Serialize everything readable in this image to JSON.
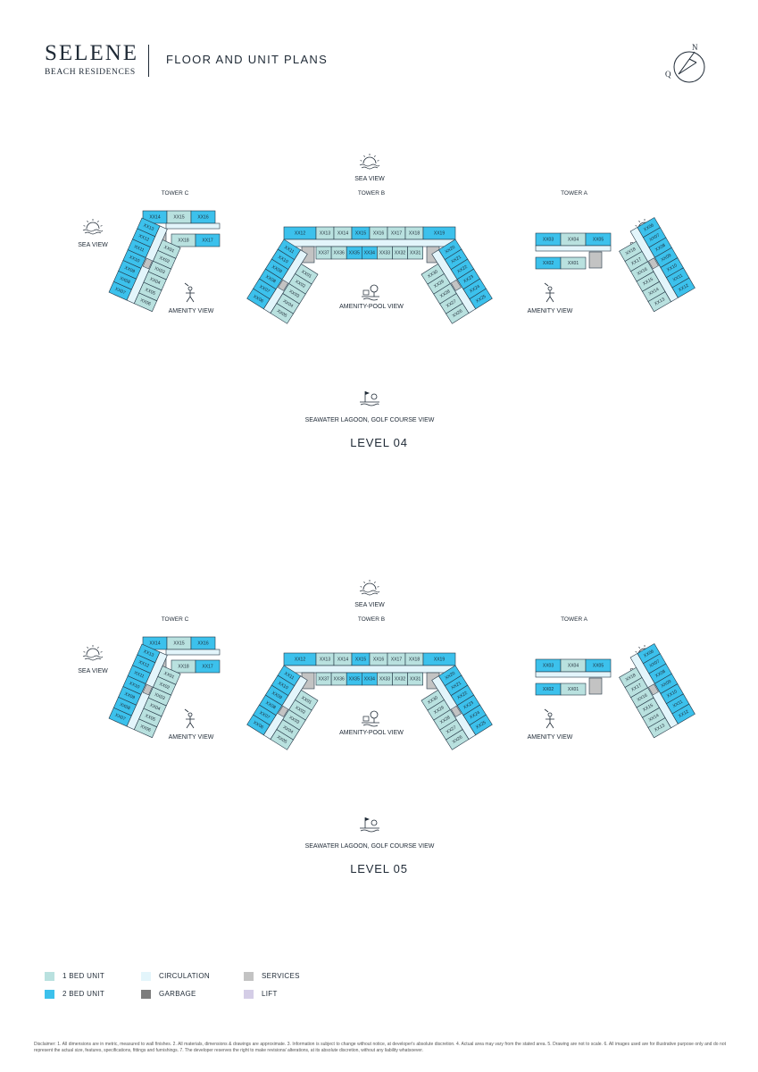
{
  "header": {
    "brand_name": "SELENE",
    "brand_subtitle": "BEACH RESIDENCES",
    "page_title": "FLOOR AND UNIT PLANS",
    "compass": {
      "north_label": "N",
      "q_label": "Q"
    }
  },
  "colors": {
    "one_bed": "#b9e1df",
    "two_bed": "#3cc1ec",
    "circulation": "#e3f5fb",
    "garbage": "#7d7d7d",
    "services": "#c3c3c3",
    "lift": "#d4cde6",
    "outline": "#243746"
  },
  "views": {
    "sea_view": "SEA VIEW",
    "amenity_view": "AMENITY VIEW",
    "amenity_pool_view": "AMENITY-POOL VIEW",
    "lagoon_view": "SEAWATER LAGOON, GOLF COURSE VIEW"
  },
  "towers": {
    "c": "TOWER C",
    "b": "TOWER B",
    "a": "TOWER A"
  },
  "levels": [
    {
      "label": "LEVEL 04",
      "tower_c": {
        "top": [
          "XX14",
          "XX15",
          "XX16"
        ],
        "top_inner": [
          "XX18",
          "XX17"
        ],
        "outer": [
          "XX13",
          "XX12",
          "XX11",
          "XX10",
          "XX09",
          "XX08",
          "XX07"
        ],
        "inner": [
          "XX01",
          "XX02",
          "XX03",
          "XX04",
          "XX05",
          "XX06"
        ]
      },
      "tower_b": {
        "top": [
          "XX12",
          "XX13",
          "XX14",
          "XX15",
          "XX16",
          "XX17",
          "XX18",
          "XX19"
        ],
        "inner_top": [
          "XX37",
          "XX36",
          "XX35",
          "XX34",
          "XX33",
          "XX32",
          "XX31"
        ],
        "left_outer": [
          "XX11",
          "XX10",
          "XX09",
          "XX08",
          "XX07",
          "XX06"
        ],
        "left_inner": [
          "XX01",
          "XX02",
          "XX03",
          "XX04",
          "XX05"
        ],
        "right_outer": [
          "XX20",
          "XX21",
          "XX22",
          "XX23",
          "XX24",
          "XX25"
        ],
        "right_inner": [
          "XX30",
          "XX29",
          "XX28",
          "XX27",
          "XX26"
        ]
      },
      "tower_a": {
        "top": [
          "XX03",
          "XX04",
          "XX05"
        ],
        "top_inner": [
          "XX02",
          "XX01"
        ],
        "outer": [
          "XX06",
          "XX07",
          "XX08",
          "XX09",
          "XX10",
          "XX11",
          "XX12"
        ],
        "inner": [
          "XX18",
          "XX17",
          "XX16",
          "XX15",
          "XX14",
          "XX13"
        ]
      }
    },
    {
      "label": "LEVEL 05",
      "tower_c": {
        "top": [
          "XX14",
          "XX15",
          "XX16"
        ],
        "top_inner": [
          "XX18",
          "XX17"
        ],
        "outer": [
          "XX13",
          "XX12",
          "XX11",
          "XX10",
          "XX09",
          "XX08",
          "XX07"
        ],
        "inner": [
          "XX01",
          "XX02",
          "XX03",
          "XX04",
          "XX05",
          "XX06"
        ]
      },
      "tower_b": {
        "top": [
          "XX12",
          "XX13",
          "XX14",
          "XX15",
          "XX16",
          "XX17",
          "XX18",
          "XX19"
        ],
        "inner_top": [
          "XX37",
          "XX36",
          "XX35",
          "XX34",
          "XX33",
          "XX32",
          "XX31"
        ],
        "left_outer": [
          "XX11",
          "XX10",
          "XX09",
          "XX08",
          "XX07",
          "XX06"
        ],
        "left_inner": [
          "XX01",
          "XX02",
          "XX03",
          "XX04",
          "XX05"
        ],
        "right_outer": [
          "XX20",
          "XX21",
          "XX22",
          "XX23",
          "XX24",
          "XX25"
        ],
        "right_inner": [
          "XX30",
          "XX29",
          "XX28",
          "XX27",
          "XX26"
        ]
      },
      "tower_a": {
        "top": [
          "XX03",
          "XX04",
          "XX05"
        ],
        "top_inner": [
          "XX02",
          "XX01"
        ],
        "outer": [
          "XX06",
          "XX07",
          "XX08",
          "XX09",
          "XX10",
          "XX11",
          "XX12"
        ],
        "inner": [
          "XX18",
          "XX17",
          "XX16",
          "XX15",
          "XX14",
          "XX13"
        ]
      }
    }
  ],
  "legend": [
    {
      "label": "1 BED UNIT",
      "color": "#b9e1df"
    },
    {
      "label": "2 BED UNIT",
      "color": "#3cc1ec"
    },
    {
      "label": "CIRCULATION",
      "color": "#e3f5fb"
    },
    {
      "label": "GARBAGE",
      "color": "#7d7d7d"
    },
    {
      "label": "SERVICES",
      "color": "#c3c3c3"
    },
    {
      "label": "LIFT",
      "color": "#d4cde6"
    }
  ],
  "disclaimer": "Disclaimer: 1. All dimensions are in metric, measured to wall finishes. 2. All materials, dimensions & drawings are approximate. 3. Information is subject to change without notice, at developer's absolute discretion. 4. Actual area may vary from the stated area. 5. Drawing are not to scale. 6. All images used are for illustrative purpose only and do not represent the actual size, features, specifications, fittings and furnishings. 7. The developer reserves the right to make revisions/ alterations, at its absolute discretion, without any liability whatsoever."
}
